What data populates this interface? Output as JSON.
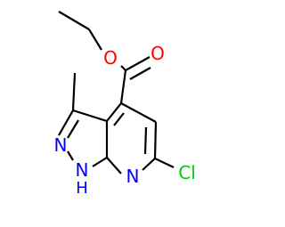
{
  "molecule": {
    "colors": {
      "bond": "#000000",
      "oxygen": "#ff0000",
      "nitrogen": "#0000ff",
      "chlorine": "#00cc00"
    },
    "atoms": {
      "O_carbonyl": "O",
      "O_ester": "O",
      "N2": "N",
      "N1": "N",
      "NH_label": "H",
      "N7": "N",
      "Cl": "Cl"
    }
  }
}
